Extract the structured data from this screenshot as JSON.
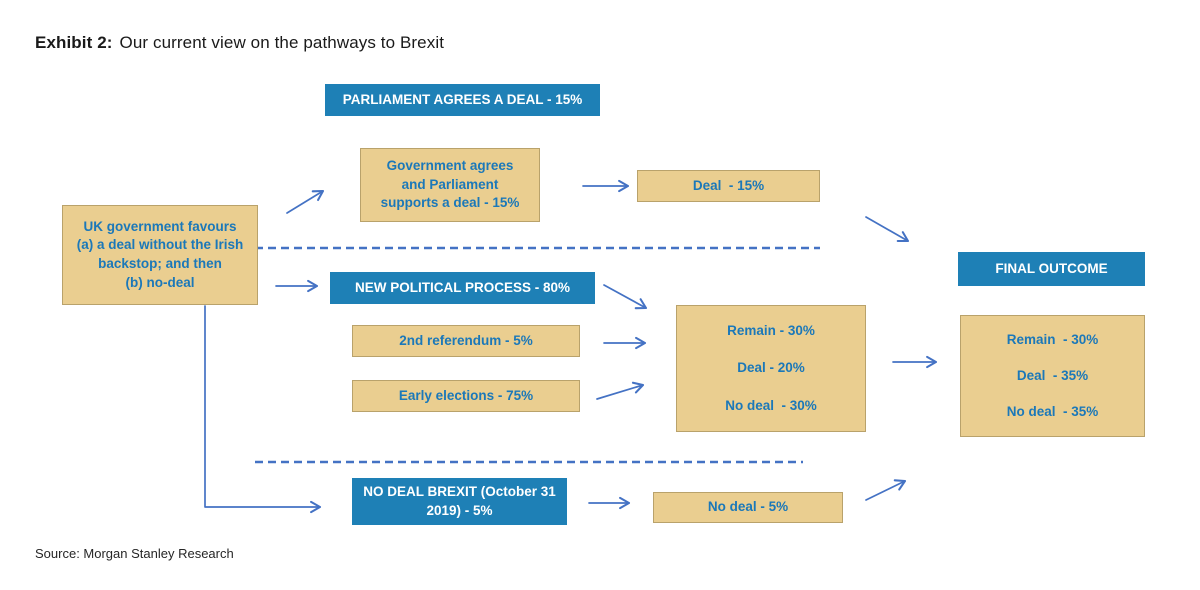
{
  "title": {
    "exhibit": "Exhibit 2:",
    "text": "Our current view on the pathways to Brexit"
  },
  "source": "Source: Morgan Stanley Research",
  "colors": {
    "header_blue": "#1E80B6",
    "box_tan": "#EACE90",
    "box_text_blue": "#1B78B9",
    "arrow_blue": "#4472C4"
  },
  "nodes": {
    "root": {
      "lines": [
        "UK government favours",
        "(a) a deal without the Irish",
        "backstop; and then",
        "(b) no-deal"
      ]
    },
    "path1": {
      "header": "PARLIAMENT AGREES A DEAL - 15%",
      "step_lines": [
        "Government agrees",
        "and Parliament",
        "supports a deal - 15%"
      ],
      "outcome": "Deal  - 15%"
    },
    "path2": {
      "header": "NEW POLITICAL PROCESS - 80%",
      "option1": "2nd referendum - 5%",
      "option2": "Early elections - 75%",
      "outcomes": [
        "Remain - 30%",
        "Deal - 20%",
        "No deal  - 30%"
      ]
    },
    "path3": {
      "header_lines": [
        "NO DEAL BREXIT (October 31",
        "2019) - 5%"
      ],
      "outcome": "No deal - 5%"
    },
    "final": {
      "header": "FINAL OUTCOME",
      "outcomes": [
        "Remain  - 30%",
        "Deal  - 35%",
        "No deal  - 35%"
      ]
    }
  }
}
